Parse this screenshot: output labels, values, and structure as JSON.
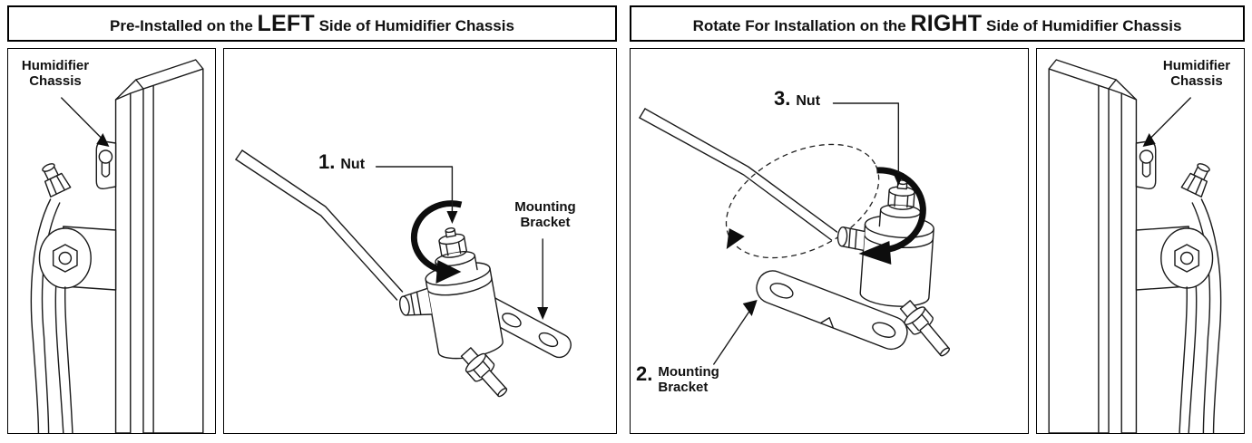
{
  "left_panel": {
    "title": {
      "prefix": "Pre-Installed on the",
      "emphasis": "LEFT",
      "suffix": "Side of Humidifier Chassis"
    },
    "chassis_label": {
      "line1": "Humidifier",
      "line2": "Chassis"
    },
    "nut_callout": {
      "number": "1.",
      "label": "Nut"
    },
    "bracket_callout": {
      "line1": "Mounting",
      "line2": "Bracket"
    }
  },
  "right_panel": {
    "title": {
      "prefix": "Rotate For Installation on the",
      "emphasis": "RIGHT",
      "suffix": "Side of Humidifier Chassis"
    },
    "nut_callout": {
      "number": "3.",
      "label": "Nut"
    },
    "bracket_callout": {
      "number": "2.",
      "line1": "Mounting",
      "line2": "Bracket"
    },
    "chassis_label": {
      "line1": "Humidifier",
      "line2": "Chassis"
    }
  },
  "colors": {
    "line": "#1b1b1b",
    "arrow": "#0d0d0d",
    "background": "#ffffff"
  }
}
